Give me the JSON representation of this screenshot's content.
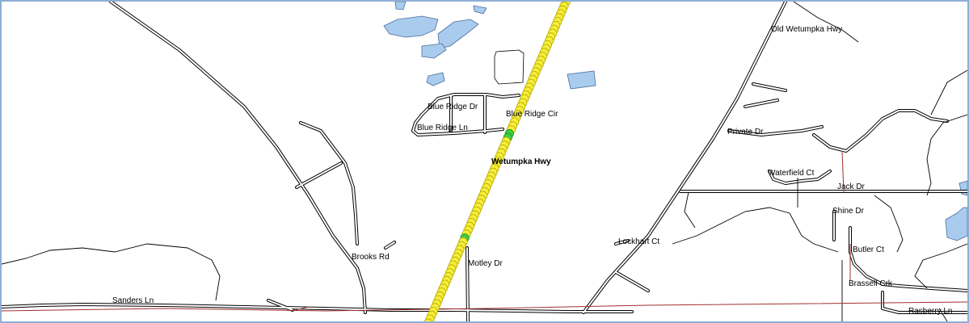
{
  "map": {
    "colors": {
      "background": "#ffffff",
      "water": "#a9cbee",
      "road_casing": "#000000",
      "road_fill": "#ffffff",
      "minor_road": "#000000",
      "boundary_line": "#a0302f",
      "track_fill": "#f5ee3a",
      "track_outline": "#b8a800",
      "track_marker": "#3ecf3e",
      "frame": "#8eaed6"
    },
    "labels": {
      "old_wetumpka_hwy": "Old Wetumpka Hwy",
      "blue_ridge_dr": "Blue Ridge Dr",
      "blue_ridge_cir": "Blue Ridge Cir",
      "blue_ridge_ln": "Blue Ridge Ln",
      "private_dr": "Private Dr",
      "wetumpka_hwy": "Wetumpka Hwy",
      "waterfield_ct": "Waterfield Ct",
      "jack_dr": "Jack Dr",
      "shine_dr": "Shine Dr",
      "lockhart_ct": "Lockhart Ct",
      "brooks_rd": "Brooks Rd",
      "butler_ct": "Butler Ct",
      "motley_dr": "Motley Dr",
      "brassell_crk": "Brassell Crk",
      "sanders_ln": "Sanders Ln",
      "rasberry_ln": "Rasberry Ln"
    }
  }
}
